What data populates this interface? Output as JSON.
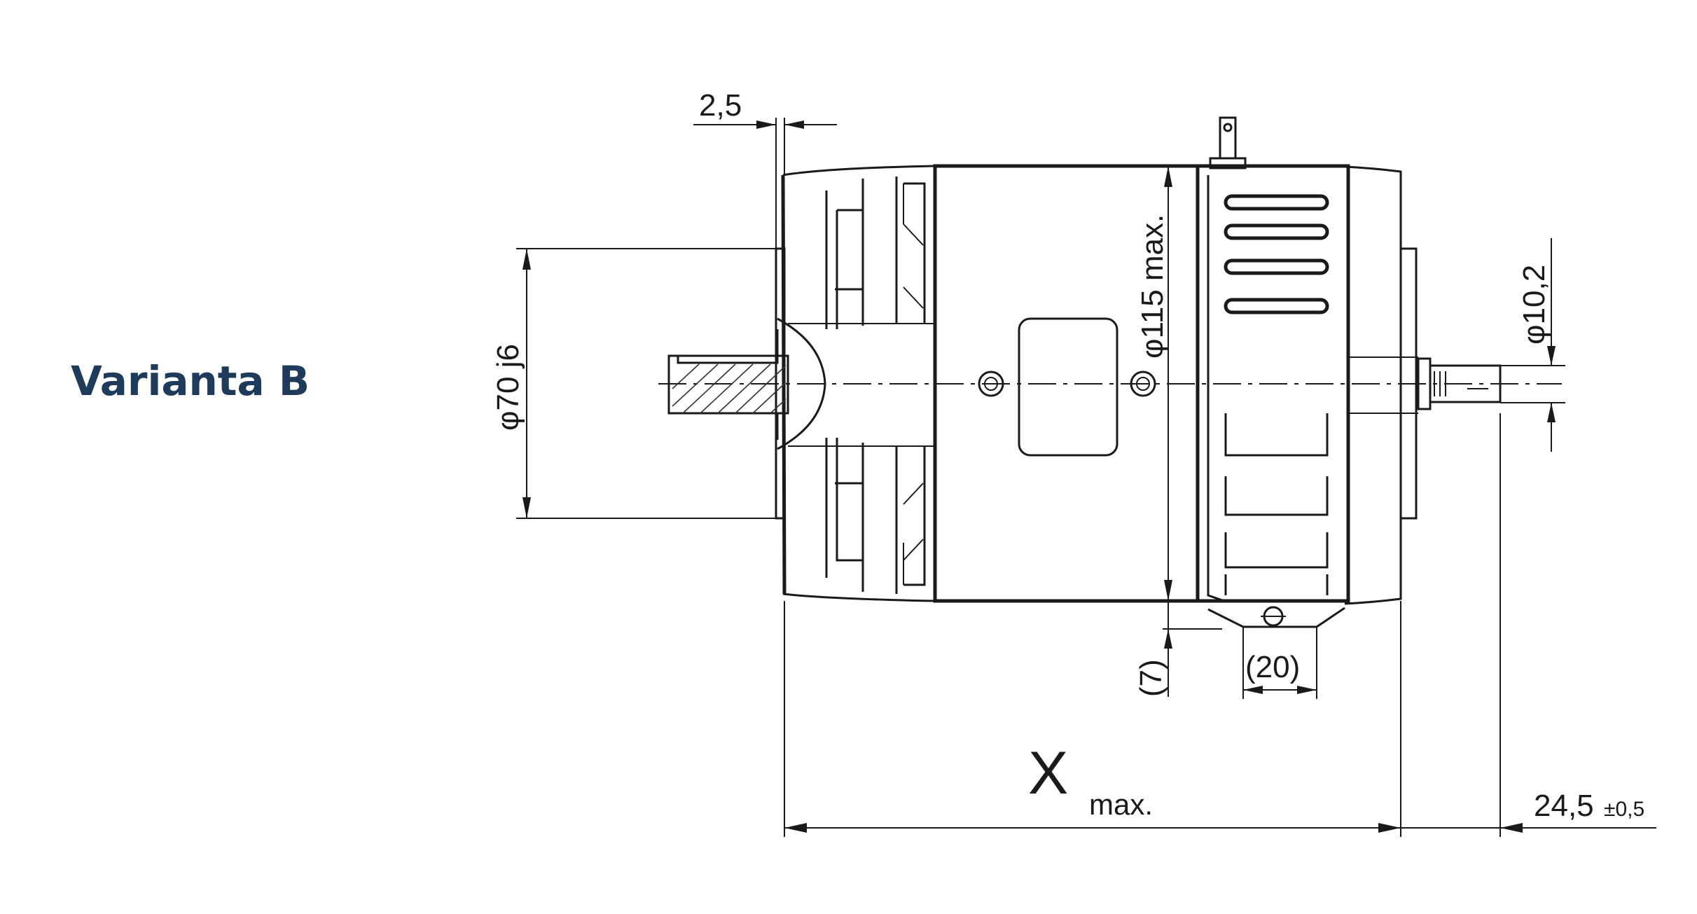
{
  "title": "Varianta B",
  "colors": {
    "title": "#1f3b5c",
    "line": "#1a1a1a"
  },
  "dimensions": {
    "flange_offset": "2,5",
    "shaft_seat_diameter": "φ70 j6",
    "body_diameter": "φ115 max.",
    "shaft_diameter": "φ10,2",
    "foot_offset": "(7)",
    "foot_width": "(20)",
    "length_symbol": "X",
    "length_suffix": "max.",
    "shaft_extension": "24,5",
    "shaft_extension_tol": "±0,5"
  }
}
